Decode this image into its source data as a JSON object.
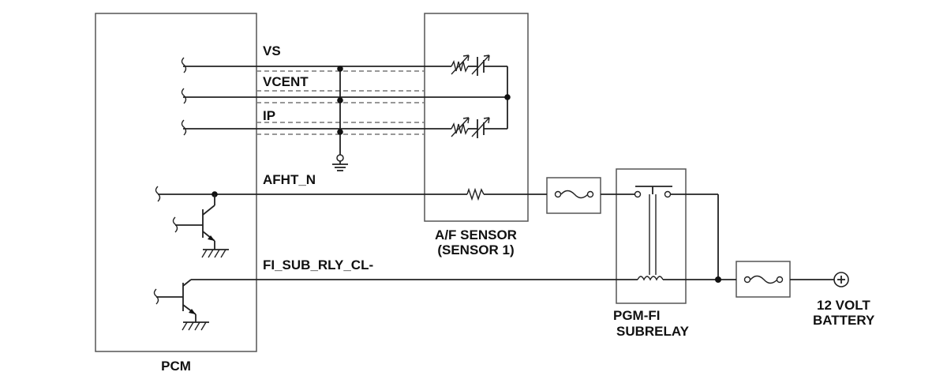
{
  "labels": {
    "vs": "VS",
    "vcent": "VCENT",
    "ip": "IP",
    "afht_n": "AFHT_N",
    "fi_sub_rly_cl": "FI_SUB_RLY_CL-",
    "af_sensor_line1": "A/F SENSOR",
    "af_sensor_line2": "(SENSOR 1)",
    "pgm_fi_line1": "PGM-FI",
    "pgm_fi_line2": "SUBRELAY",
    "pcm": "PCM",
    "battery_line1": "12 VOLT",
    "battery_line2": "BATTERY"
  },
  "colors": {
    "line": "#222222",
    "box": "#555555",
    "shield": "#777777",
    "text": "#111111"
  }
}
